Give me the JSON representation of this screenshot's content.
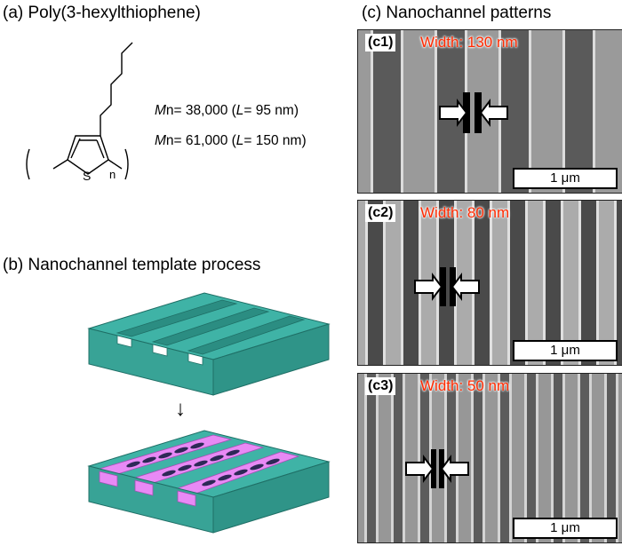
{
  "panel_a": {
    "heading": "(a) Poly(3-hexylthiophene)",
    "sulfur_label": "S",
    "repeat_subscript": "n",
    "mw1": {
      "prefix": "M",
      "rest": "n= 38,000 (",
      "len_var": "L",
      "len_rest": "= 95 nm)"
    },
    "mw2": {
      "prefix": "M",
      "rest": "n= 61,000 (",
      "len_var": "L",
      "len_rest": "= 150 nm)"
    }
  },
  "panel_b": {
    "heading": "(b) Nanochannel template process",
    "colors": {
      "teal_top": "#3fb3a6",
      "teal_side": "#2f9488",
      "teal_front": "#38a396",
      "pink": "#e889f5",
      "chain": "#2e2857"
    }
  },
  "panel_c": {
    "heading": "(c) Nanochannel patterns",
    "images": [
      {
        "tag": "(c1)",
        "width_text": "Width: 130 nm",
        "scale_text": "1 μm"
      },
      {
        "tag": "(c2)",
        "width_text": "Width: 80 nm",
        "scale_text": "1 μm"
      },
      {
        "tag": "(c3)",
        "width_text": "Width: 50 nm",
        "scale_text": "1 μm"
      }
    ],
    "label_color": "#ff2a00"
  }
}
